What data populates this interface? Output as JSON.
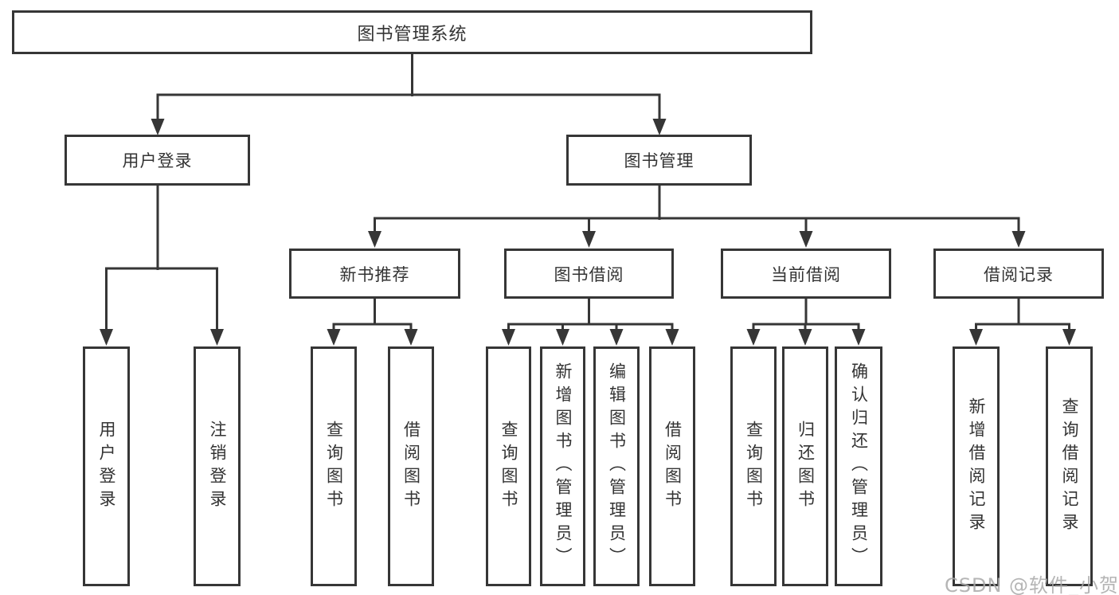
{
  "diagram": {
    "root": {
      "label": "图书管理系统"
    },
    "branches": [
      {
        "label": "用户登录",
        "children": [
          "用户登录",
          "注销登录"
        ]
      },
      {
        "label": "图书管理",
        "groups": [
          {
            "label": "新书推荐",
            "children": [
              "查询图书",
              "借阅图书"
            ]
          },
          {
            "label": "图书借阅",
            "children": [
              "查询图书",
              "新增图书（管理员）",
              "编辑图书（管理员）",
              "借阅图书"
            ]
          },
          {
            "label": "当前借阅",
            "children": [
              "查询图书",
              "归还图书",
              "确认归还（管理员）"
            ]
          },
          {
            "label": "借阅记录",
            "children": [
              "新增借阅记录",
              "查询借阅记录"
            ]
          }
        ]
      }
    ]
  },
  "watermark": {
    "text": "CSDN @软件_小贺同学"
  },
  "colors": {
    "line": "#363636",
    "box_border": "#363636",
    "box_fill": "#ffffff",
    "text": "#333333",
    "watermark": "#a9a9a9"
  }
}
